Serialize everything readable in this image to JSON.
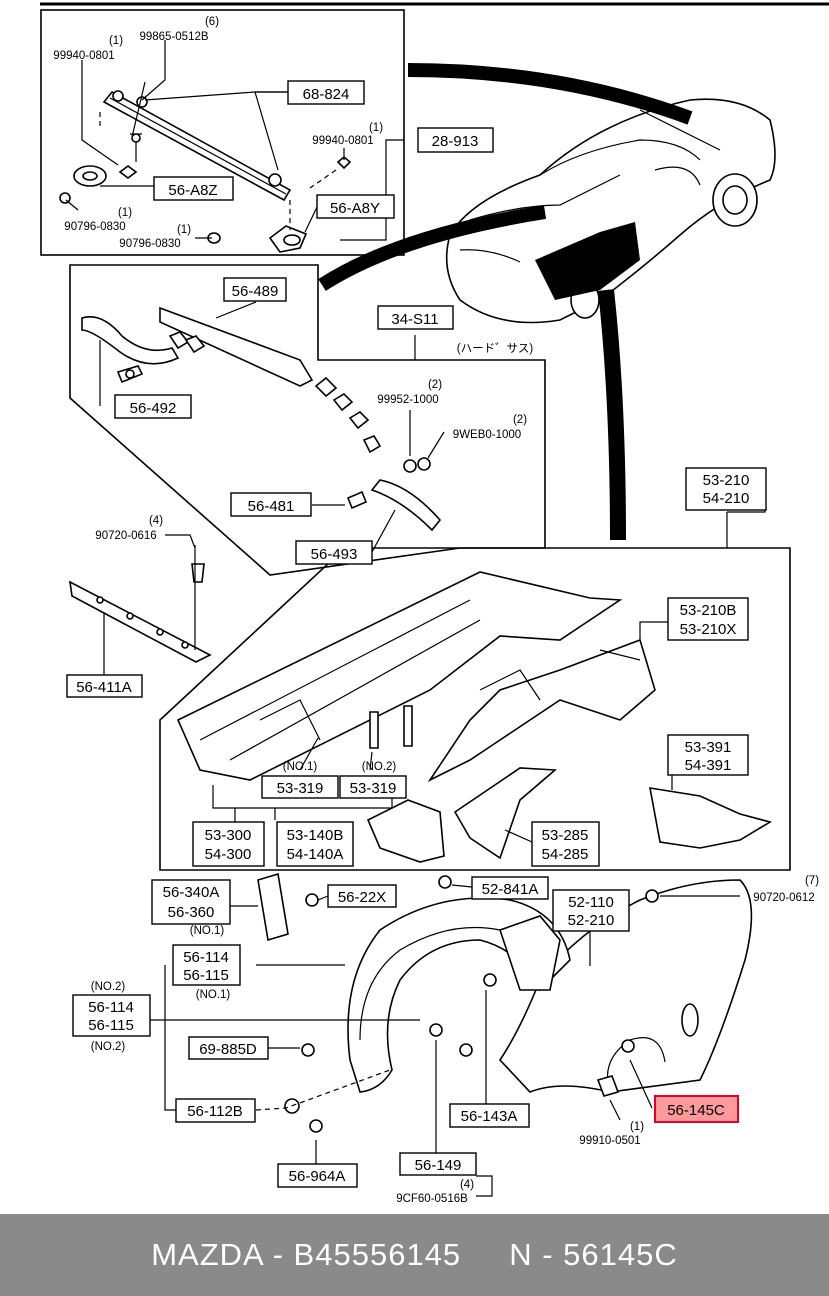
{
  "labels": {
    "p56_A8Z": "56-A8Z",
    "p56_A8Y": "56-A8Y",
    "p68_824": "68-824",
    "p28_913": "28-913",
    "p56_489": "56-489",
    "p34_S11": "34-S11",
    "p56_492": "56-492",
    "p56_481": "56-481",
    "p56_493": "56-493",
    "p56_411A": "56-411A",
    "p53_210": "53-210",
    "p54_210": "54-210",
    "p53_210B": "53-210B",
    "p53_210X": "53-210X",
    "p53_391": "53-391",
    "p54_391": "54-391",
    "p53_319a": "53-319",
    "p53_319b": "53-319",
    "p53_300": "53-300",
    "p54_300": "54-300",
    "p53_140B": "53-140B",
    "p54_140A": "54-140A",
    "p53_285": "53-285",
    "p54_285": "54-285",
    "p56_340A": "56-340A",
    "p56_360": "56-360",
    "p56_22X": "56-22X",
    "p52_841A": "52-841A",
    "p52_110": "52-110",
    "p52_210": "52-210",
    "p56_114a": "56-114",
    "p56_115a": "56-115",
    "p56_114b": "56-114",
    "p56_115b": "56-115",
    "p69_885D": "69-885D",
    "p56_112B": "56-112B",
    "p56_964A": "56-964A",
    "p56_143A": "56-143A",
    "p56_149": "56-149",
    "p56_145C": "56-145C"
  },
  "small": {
    "q6": "(6)",
    "pn99865": "99865-0512B",
    "q1a": "(1)",
    "pn99940a": "99940-0801",
    "q1b": "(1)",
    "pn99940b": "99940-0801",
    "q1c": "(1)",
    "pn90796a": "90796-0830",
    "q1d": "(1)",
    "pn90796b": "90796-0830",
    "hardsus": "(ハード゛サス)",
    "q2a": "(2)",
    "pn99952": "99952-1000",
    "q2b": "(2)",
    "pn9WEB0": "9WEB0-1000",
    "q4a": "(4)",
    "pn90720a": "90720-0616",
    "no1a": "(NO.1)",
    "no2a": "(NO.2)",
    "no1b": "(NO.1)",
    "no1c": "(NO.1)",
    "no2b": "(NO.2)",
    "no2c": "(NO.2)",
    "q7": "(7)",
    "pn90720b": "90720-0612",
    "q1e": "(1)",
    "pn99910": "99910-0501",
    "q4b": "(4)",
    "pn9CF60": "9CF60-0516B"
  },
  "colors": {
    "highlight_fill": "#ff9a9a",
    "highlight_stroke": "#e0002a",
    "footer_bg": "#8a8a8a",
    "footer_text": "#ffffff"
  },
  "footer": {
    "text": "MAZDA - B45556145     N - 56145C"
  }
}
